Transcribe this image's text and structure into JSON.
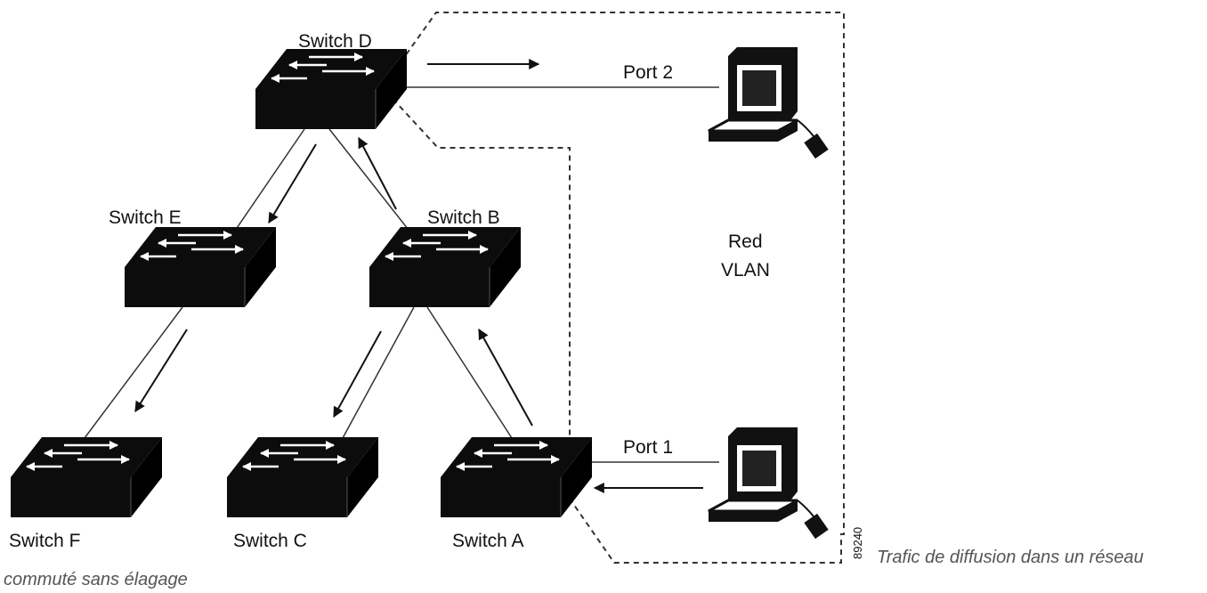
{
  "diagram": {
    "switches": [
      {
        "id": "D",
        "label": "Switch D"
      },
      {
        "id": "E",
        "label": "Switch E"
      },
      {
        "id": "B",
        "label": "Switch B"
      },
      {
        "id": "F",
        "label": "Switch F"
      },
      {
        "id": "C",
        "label": "Switch C"
      },
      {
        "id": "A",
        "label": "Switch A"
      }
    ],
    "ports": [
      {
        "label": "Port 2"
      },
      {
        "label": "Port 1"
      }
    ],
    "vlan": {
      "line1": "Red",
      "line2": "VLAN"
    },
    "figure_id": "89240"
  },
  "caption": {
    "line1": "Trafic de diffusion dans un réseau",
    "line2": "commuté sans élagage"
  }
}
